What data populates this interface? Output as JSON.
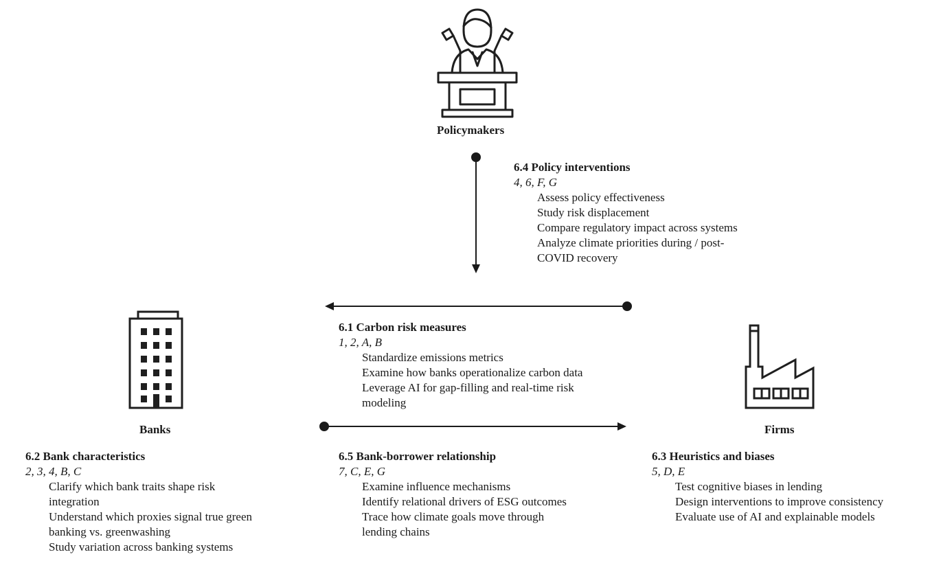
{
  "actors": {
    "policymakers": "Policymakers",
    "banks": "Banks",
    "firms": "Firms"
  },
  "sections": {
    "policy": {
      "title": "6.4 Policy interventions",
      "refs": "4, 6, F, G",
      "items": [
        "Assess policy effectiveness",
        "Study risk displacement",
        "Compare regulatory impact across systems",
        "Analyze climate priorities during / post-",
        "COVID recovery"
      ]
    },
    "carbon": {
      "title": "6.1 Carbon risk measures",
      "refs": "1, 2, A, B",
      "items": [
        "Standardize emissions metrics",
        "Examine how banks operationalize carbon data",
        "Leverage AI for gap-filling and real-time risk",
        "modeling"
      ]
    },
    "bank_char": {
      "title": "6.2 Bank characteristics",
      "refs": "2, 3, 4, B, C",
      "items": [
        "Clarify which bank traits shape risk",
        "integration",
        "Understand which proxies signal true green",
        "banking vs. greenwashing",
        "Study variation across banking systems"
      ]
    },
    "relationship": {
      "title": "6.5 Bank-borrower relationship",
      "refs": "7, C, E, G",
      "items": [
        "Examine influence mechanisms",
        "Identify relational drivers of ESG outcomes",
        "Trace how climate goals move through",
        "lending chains"
      ]
    },
    "heuristics": {
      "title": "6.3 Heuristics and biases",
      "refs": "5, D, E",
      "items": [
        "Test cognitive biases in lending",
        "Design interventions to improve consistency",
        "Evaluate use of AI and explainable models"
      ]
    }
  },
  "icons": {
    "policymakers": "speaker-at-podium-icon",
    "banks": "office-building-icon",
    "firms": "factory-icon"
  }
}
